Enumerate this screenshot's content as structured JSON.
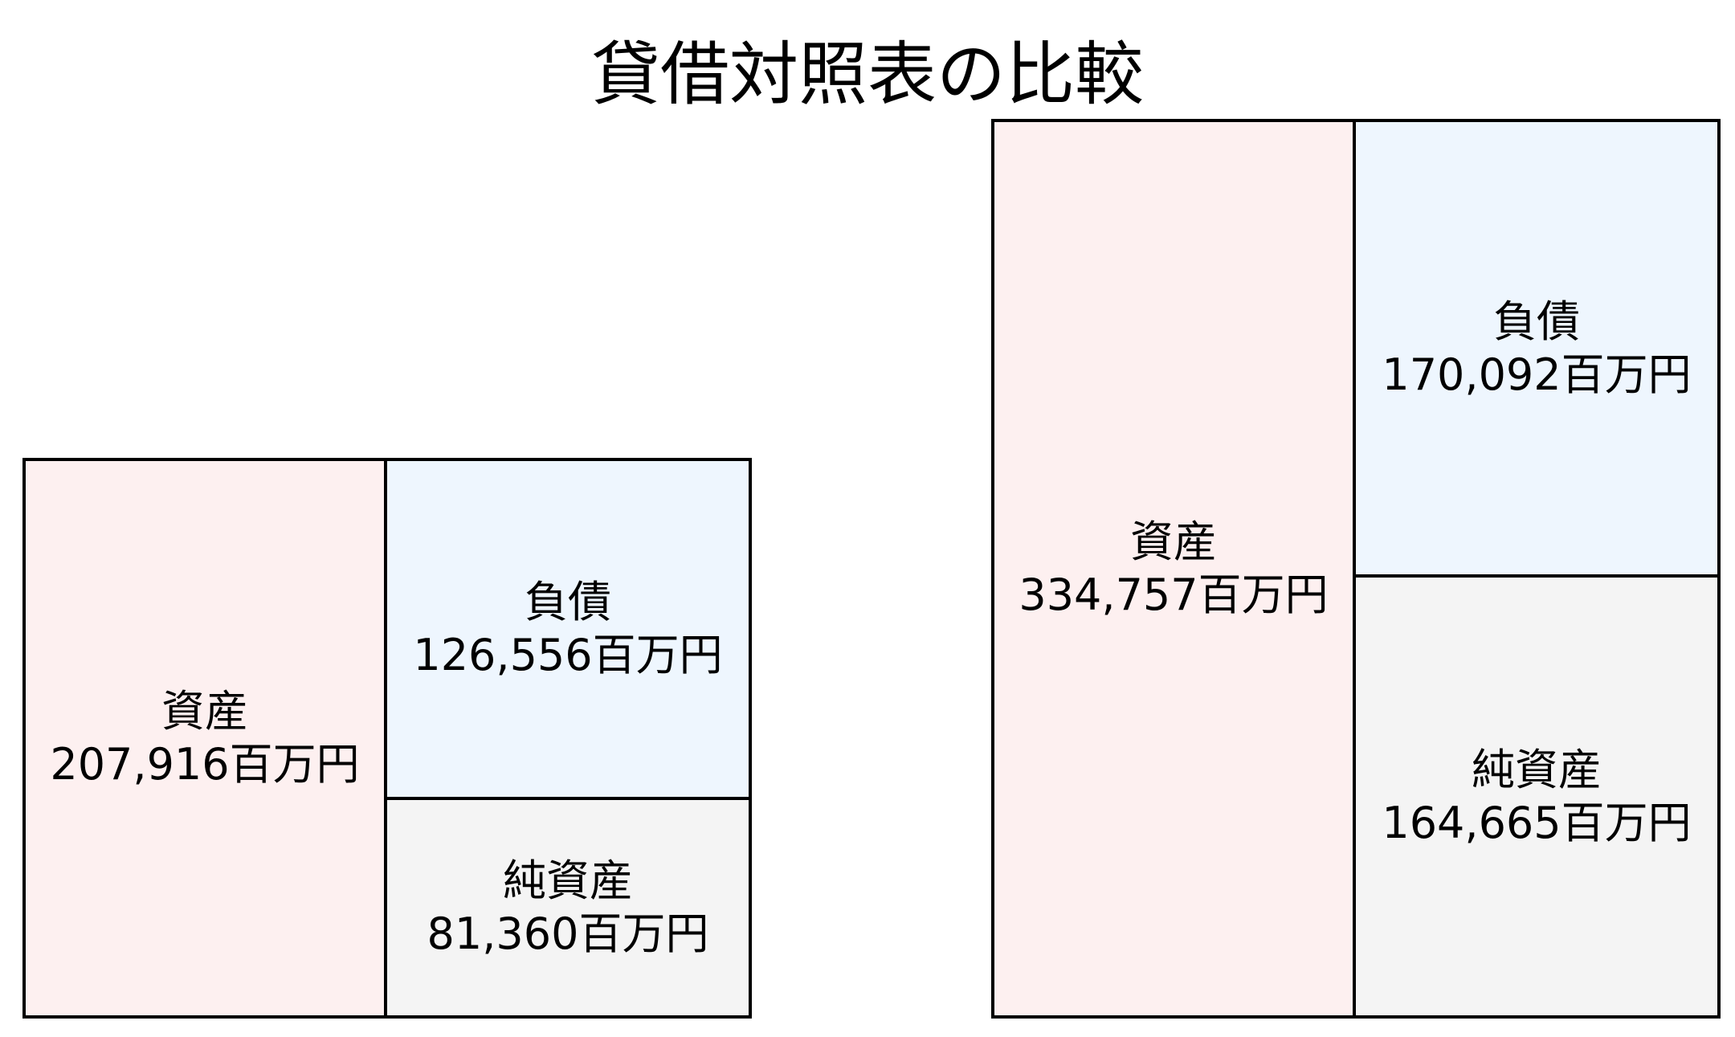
{
  "title": "貸借対照表の比較",
  "colors": {
    "assets": "#fdf0f0",
    "liabilities": "#eef6fe",
    "equity": "#f4f4f4",
    "border": "#000000"
  },
  "sheets": [
    {
      "assets": {
        "label": "資産",
        "amount": "207,916百万円",
        "value": 207916
      },
      "liabilities": {
        "label": "負債",
        "amount": "126,556百万円",
        "value": 126556
      },
      "equity": {
        "label": "純資産",
        "amount": "81,360百万円",
        "value": 81360
      }
    },
    {
      "assets": {
        "label": "資産",
        "amount": "334,757百万円",
        "value": 334757
      },
      "liabilities": {
        "label": "負債",
        "amount": "170,092百万円",
        "value": 170092
      },
      "equity": {
        "label": "純資産",
        "amount": "164,665百万円",
        "value": 164665
      }
    }
  ]
}
